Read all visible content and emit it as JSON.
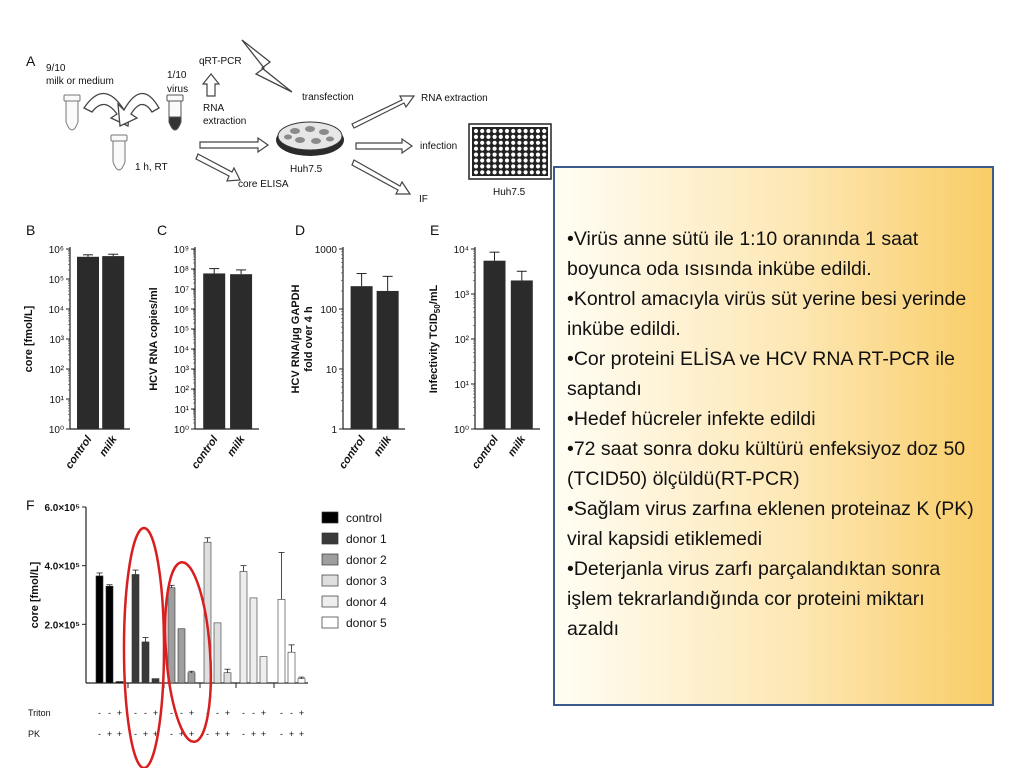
{
  "panelA": {
    "letter": "A",
    "milk_label_1": "9/10",
    "milk_label_2": "milk or medium",
    "virus_label_1": "1/10",
    "virus_label_2": "virus",
    "incubation": "1 h, RT",
    "qrtpcr": "qRT-PCR",
    "rna_extraction_1": "RNA",
    "rna_extraction_2": "extraction",
    "core_elisa": "core ELISA",
    "transfection": "transfection",
    "huh75_dish": "Huh7.5",
    "rna_extraction": "RNA extraction",
    "infection": "infection",
    "if": "IF",
    "huh75_plate": "Huh7.5"
  },
  "chart_data": [
    {
      "panel": "B",
      "type": "bar",
      "ylabel": "core [fmol/L]",
      "yscale": "log",
      "ylim": [
        1,
        1000000
      ],
      "yticks": [
        "10⁰",
        "10¹",
        "10²",
        "10³",
        "10⁴",
        "10⁵",
        "10⁶"
      ],
      "categories": [
        "control",
        "milk"
      ],
      "values": [
        550000,
        580000
      ],
      "errors": [
        90000,
        90000
      ]
    },
    {
      "panel": "C",
      "type": "bar",
      "ylabel": "HCV RNA copies/ml",
      "yscale": "log",
      "ylim": [
        1,
        1000000000
      ],
      "yticks": [
        "10⁰",
        "10¹",
        "10²",
        "10³",
        "10⁴",
        "10⁵",
        "10⁶",
        "10⁷",
        "10⁸",
        "10⁹"
      ],
      "categories": [
        "control",
        "milk"
      ],
      "values": [
        60000000,
        55000000
      ],
      "errors": [
        45000000,
        35000000
      ]
    },
    {
      "panel": "D",
      "type": "bar",
      "ylabel_1": "HCV RNA/µg GAPDH",
      "ylabel_2": "fold over 4 h",
      "yscale": "log",
      "ylim": [
        1,
        1000
      ],
      "yticks": [
        "1",
        "10",
        "100",
        "1000"
      ],
      "categories": [
        "control",
        "milk"
      ],
      "values": [
        240,
        200
      ],
      "errors": [
        150,
        150
      ]
    },
    {
      "panel": "E",
      "type": "bar",
      "ylabel": "Infectivity TCID",
      "ylabel_sub": "50",
      "ylabel_unit": "/mL",
      "yscale": "log",
      "ylim": [
        1,
        10000
      ],
      "yticks": [
        "10⁰",
        "10¹",
        "10²",
        "10³",
        "10⁴"
      ],
      "categories": [
        "control",
        "milk"
      ],
      "values": [
        5500,
        2000
      ],
      "errors": [
        3000,
        1200
      ]
    },
    {
      "panel": "F",
      "type": "bar",
      "ylabel": "core [fmol/L]",
      "ylim": [
        0,
        600000
      ],
      "yticks": [
        "2.0×10⁵",
        "4.0×10⁵",
        "6.0×10⁵"
      ],
      "ytick_values": [
        200000,
        400000,
        600000
      ],
      "series": [
        {
          "name": "control",
          "color": "#000000",
          "values": [
            365000,
            330000,
            5000
          ],
          "errors": [
            10000,
            5000,
            0
          ]
        },
        {
          "name": "donor 1",
          "color": "#3a3a3a",
          "values": [
            370000,
            140000,
            15000
          ],
          "errors": [
            15000,
            15000,
            0
          ]
        },
        {
          "name": "donor 2",
          "color": "#9e9e9e",
          "values": [
            325000,
            185000,
            35000
          ],
          "errors": [
            8000,
            0,
            5000
          ]
        },
        {
          "name": "donor 3",
          "color": "#dedede",
          "values": [
            480000,
            205000,
            35000
          ],
          "errors": [
            15000,
            0,
            12000
          ]
        },
        {
          "name": "donor 4",
          "color": "#eeeeee",
          "values": [
            380000,
            290000,
            90000
          ],
          "errors": [
            20000,
            0,
            0
          ]
        },
        {
          "name": "donor 5",
          "color": "#ffffff",
          "values": [
            285000,
            105000,
            15000
          ],
          "errors": [
            160000,
            25000,
            5000
          ]
        }
      ],
      "row_labels": [
        "Triton",
        "PK"
      ],
      "triton_signs": [
        "-",
        "-",
        "+"
      ],
      "pk_signs": [
        "-",
        "+",
        "+"
      ]
    }
  ],
  "textbox": {
    "bullets": [
      "•Virüs anne sütü ile 1:10 oranında 1 saat boyunca oda ısısında inkübe edildi.",
      "•Kontrol amacıyla virüs süt yerine besi yerinde inkübe edildi.",
      "•Cor proteini ELİSA ve HCV RNA RT-PCR ile saptandı",
      "•Hedef hücreler infekte edildi",
      "•72 saat sonra doku kültürü enfeksiyoz doz 50 (TCID50) ölçüldü(RT-PCR)",
      "•Sağlam virus zarfına eklenen proteinaz K (PK) viral kapsidi etiklemedi",
      "•Deterjanla virus zarfı parçalandıktan sonra işlem tekrarlandığında cor proteini miktarı azaldı"
    ]
  },
  "colors": {
    "bar": "#2b2b2b",
    "highlight": "#d81e1e",
    "box_border": "#3d5a8c"
  }
}
